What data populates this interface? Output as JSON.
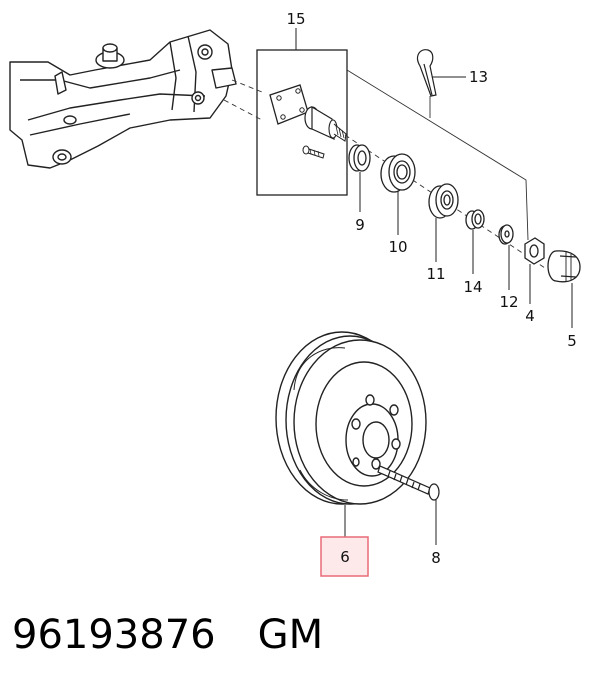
{
  "callouts": {
    "c15": "15",
    "c13": "13",
    "c9": "9",
    "c10": "10",
    "c11": "11",
    "c14": "14",
    "c12": "12",
    "c4": "4",
    "c5": "5",
    "c6": "6",
    "c8": "8"
  },
  "highlight_color": "#e86a78",
  "highlight_fill": "#fde8ea",
  "caption": {
    "part_number": "96193876",
    "brand": "GM"
  }
}
